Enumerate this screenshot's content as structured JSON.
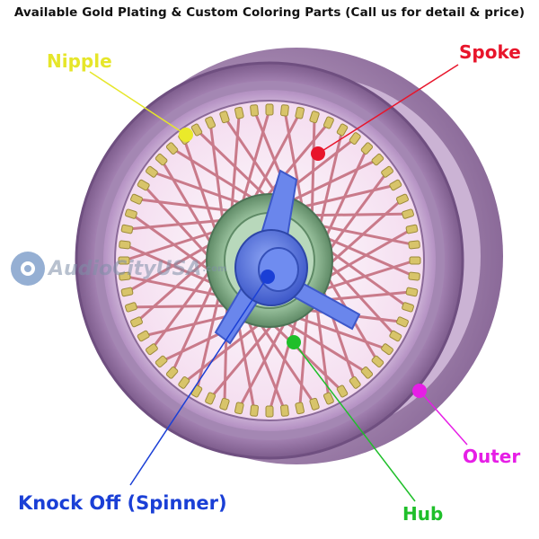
{
  "header": {
    "title": "Available Gold Plating & Custom Coloring Parts (Call us for detail & price)"
  },
  "labels": {
    "nipple": "Nipple",
    "spoke": "Spoke",
    "outer": "Outer",
    "hub": "Hub",
    "knock_off": "Knock Off (Spinner)"
  },
  "colors": {
    "nipple": "#e6e62a",
    "spoke": "#e8152b",
    "outer": "#e61ee6",
    "hub": "#1fbf2a",
    "knock_off": "#1a3fd6",
    "rim": "#b79ac4",
    "spokes": "#c97a8a",
    "nipples": "#d8c46a",
    "spinner": "#5a78e6",
    "hub_fill": "#9cc4a0"
  },
  "watermark": {
    "text": "AudioCityUSA",
    "suffix": ".com"
  }
}
